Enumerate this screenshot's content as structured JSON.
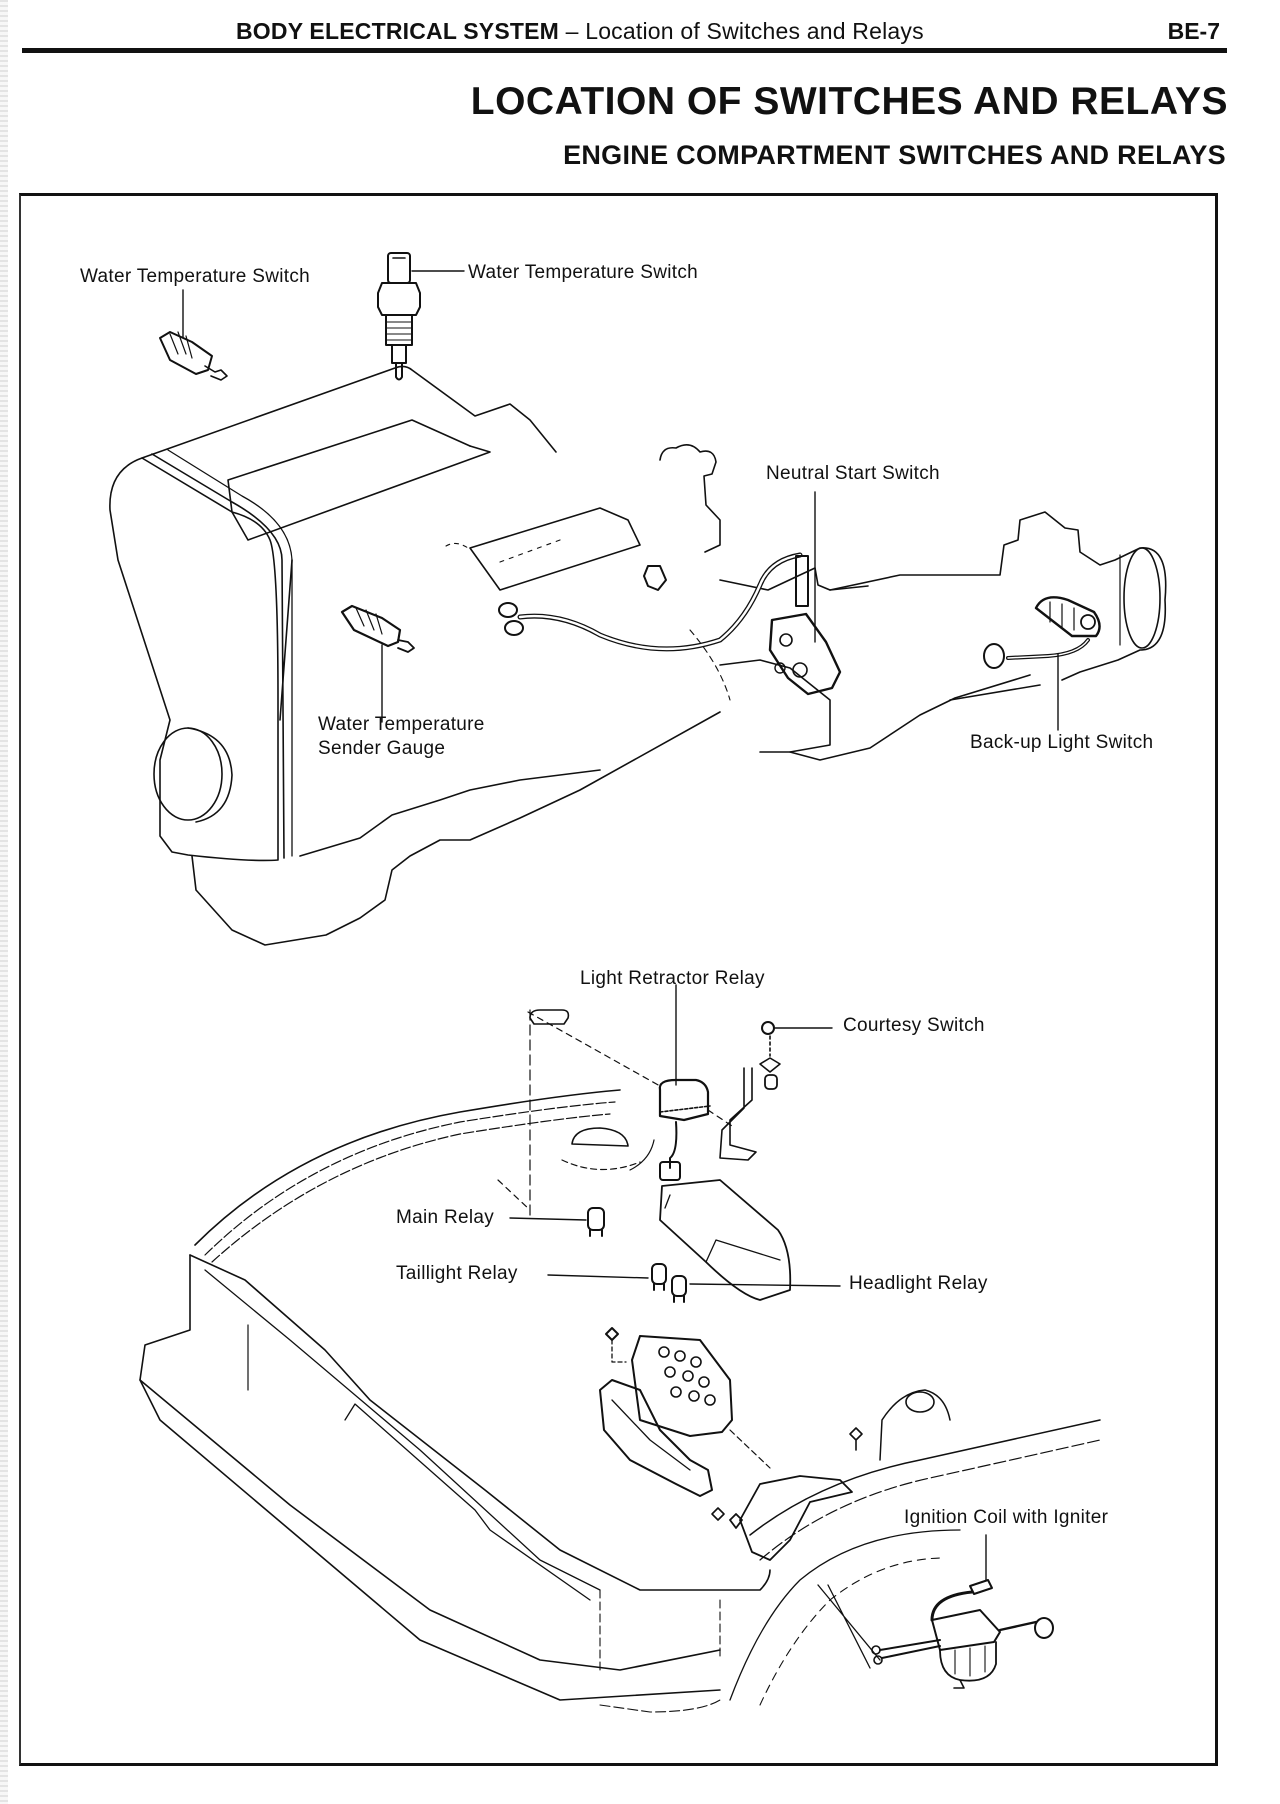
{
  "header": {
    "section_bold": "BODY ELECTRICAL SYSTEM",
    "section_rest": " – Location of Switches and Relays",
    "page_number": "BE-7"
  },
  "title": "LOCATION OF SWITCHES AND RELAYS",
  "subtitle": "ENGINE COMPARTMENT SWITCHES AND RELAYS",
  "engine_view": {
    "labels": {
      "water_temp_switch_left": "Water Temperature Switch",
      "water_temp_switch_right": "Water Temperature Switch",
      "neutral_start_switch": "Neutral Start Switch",
      "sender_gauge_line1": "Water Temperature",
      "sender_gauge_line2": "Sender Gauge",
      "backup_light_switch": "Back-up Light Switch"
    }
  },
  "compartment_view": {
    "labels": {
      "light_retractor_relay": "Light Retractor Relay",
      "courtesy_switch": "Courtesy Switch",
      "main_relay": "Main Relay",
      "taillight_relay": "Taillight Relay",
      "headlight_relay": "Headlight Relay",
      "ignition_coil": "Ignition Coil with Igniter"
    }
  }
}
